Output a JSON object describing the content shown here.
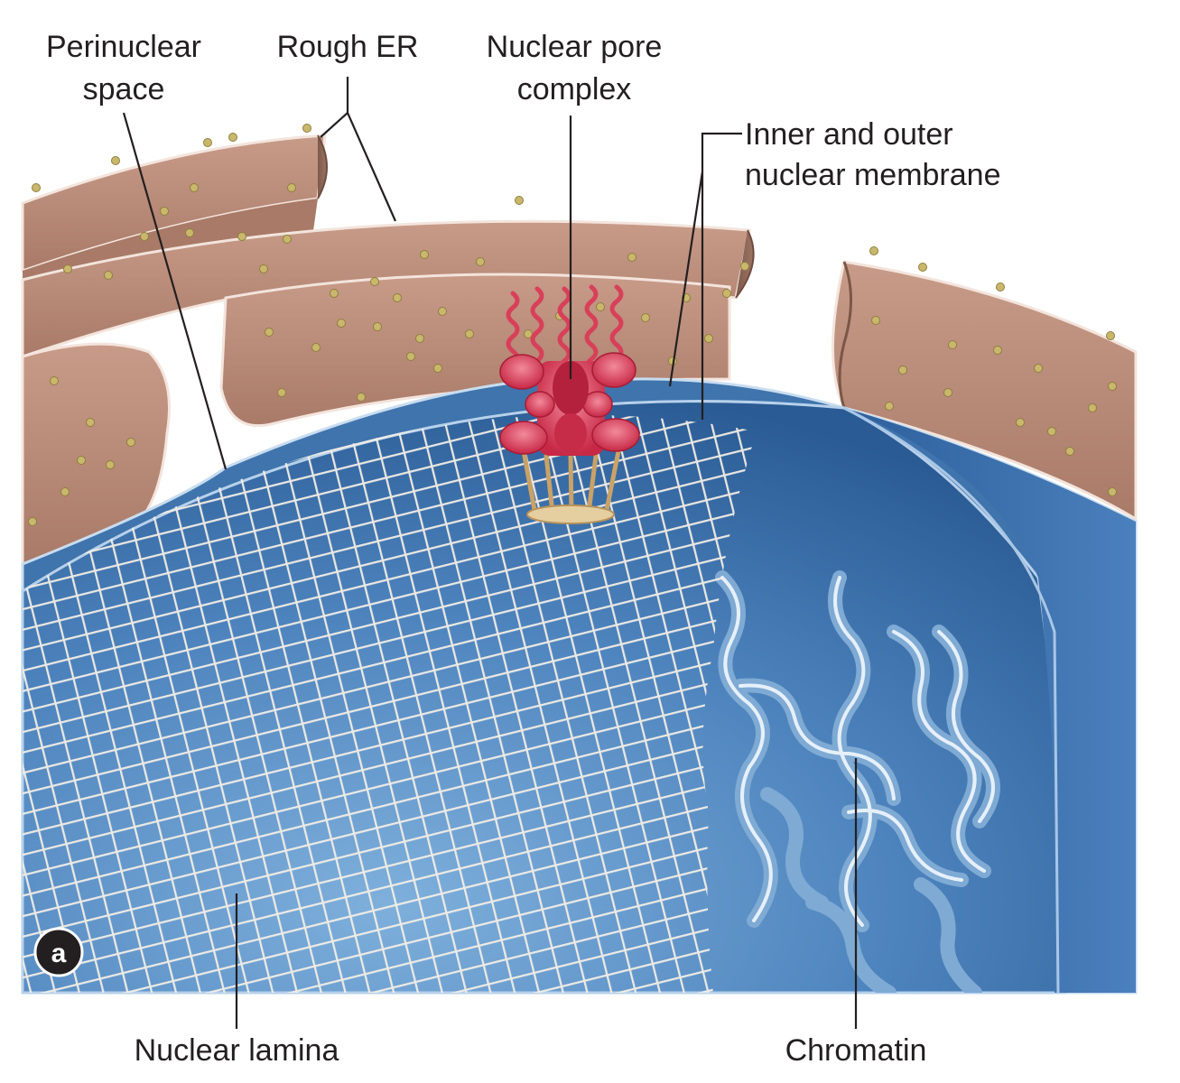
{
  "labels": {
    "perinuclear_line1": "Perinuclear",
    "perinuclear_line2": "space",
    "rough_er": "Rough ER",
    "pore_line1": "Nuclear pore",
    "pore_line2": "complex",
    "membrane_line1": "Inner and outer",
    "membrane_line2": "nuclear membrane",
    "lamina": "Nuclear lamina",
    "chromatin": "Chromatin",
    "panel": "a"
  },
  "colors": {
    "er_fill": "#b98a78",
    "er_edge": "#7a5648",
    "ribosome": "#c7b76a",
    "envelope": "#3f74ad",
    "nucleus_deep": "#244f86",
    "lamina_mesh": "#f1ece4",
    "pore": "#d83a55",
    "chromatin": "#6f9fce"
  }
}
